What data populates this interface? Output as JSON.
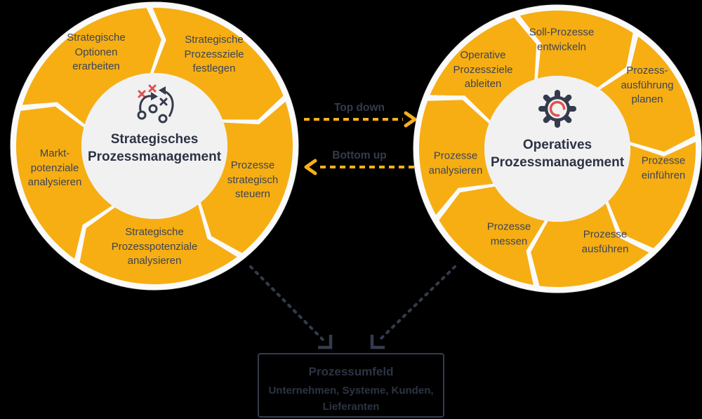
{
  "left_cycle": {
    "center_title": "Strategisches\nProzessmanagement",
    "center_icon": "strategy-tactics-icon",
    "segments": [
      "Strategische\nOptionen\nerarbeiten",
      "Strategische\nProzessziele\nfestlegen",
      "Prozesse\nstrategisch\nsteuern",
      "Strategische\nProzesspotenziale\nanalysieren",
      "Markt-\npotenziale\nanalysieren"
    ]
  },
  "right_cycle": {
    "center_title": "Operatives\nProzessmanagement",
    "center_icon": "gear-icon",
    "segments": [
      "Soll-Prozesse\nentwickeln",
      "Prozess-\nausführung\nplanen",
      "Prozesse\neinführen",
      "Prozesse\nausführen",
      "Prozesse\nmessen",
      "Prozesse\nanalysieren",
      "Operative\nProzessziele\nableiten"
    ]
  },
  "arrows": {
    "top_down": "Top down",
    "bottom_up": "Bottom up"
  },
  "box": {
    "title": "Prozessumfeld",
    "body": "Unternehmen, Systeme, Kunden,\nLieferanten"
  },
  "colors": {
    "segment_yellow": "#F6AE13",
    "arrow_yellow": "#F6B01A",
    "dark_navy": "#353B4D",
    "label_text": "#3D4455",
    "title_text": "#2C3343",
    "accent_red": "#E2504C",
    "ring_fill": "#FAFAFA",
    "center_fill": "#F1F1F2",
    "background": "#000000"
  }
}
